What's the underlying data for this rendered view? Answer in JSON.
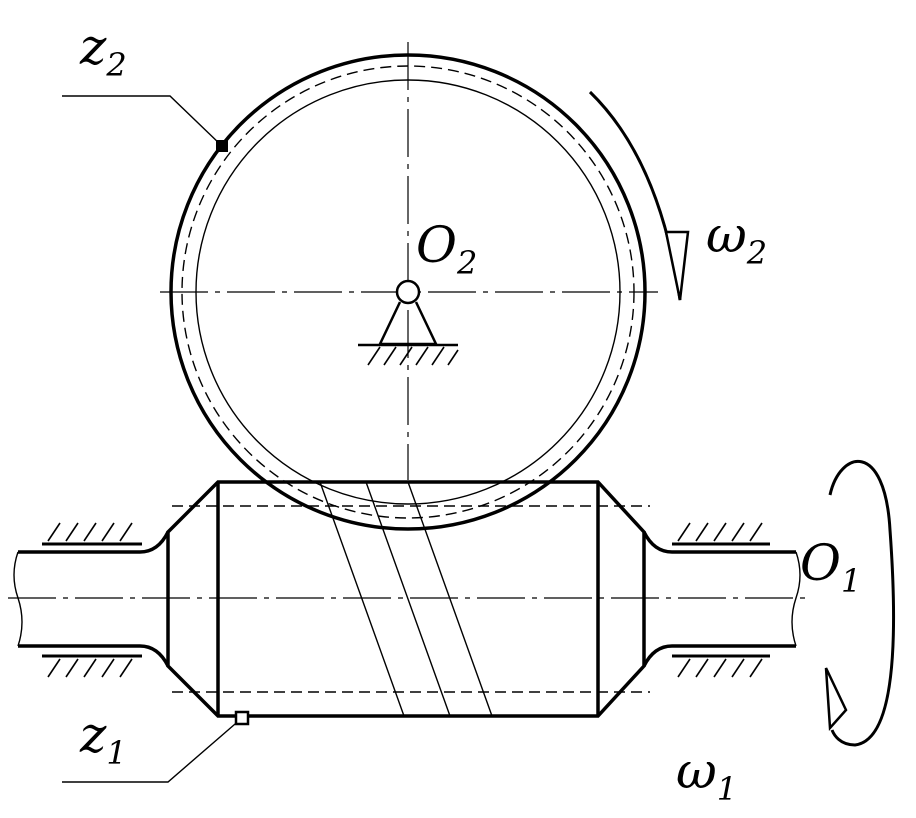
{
  "labels": {
    "z2": {
      "main": "z",
      "sub": "2"
    },
    "z1": {
      "main": "z",
      "sub": "1"
    },
    "O2": {
      "main": "O",
      "sub": "2"
    },
    "O1": {
      "main": "O",
      "sub": "1"
    },
    "omega2": {
      "main": "ω",
      "sub": "2"
    },
    "omega1": {
      "main": "ω",
      "sub": "1"
    }
  }
}
